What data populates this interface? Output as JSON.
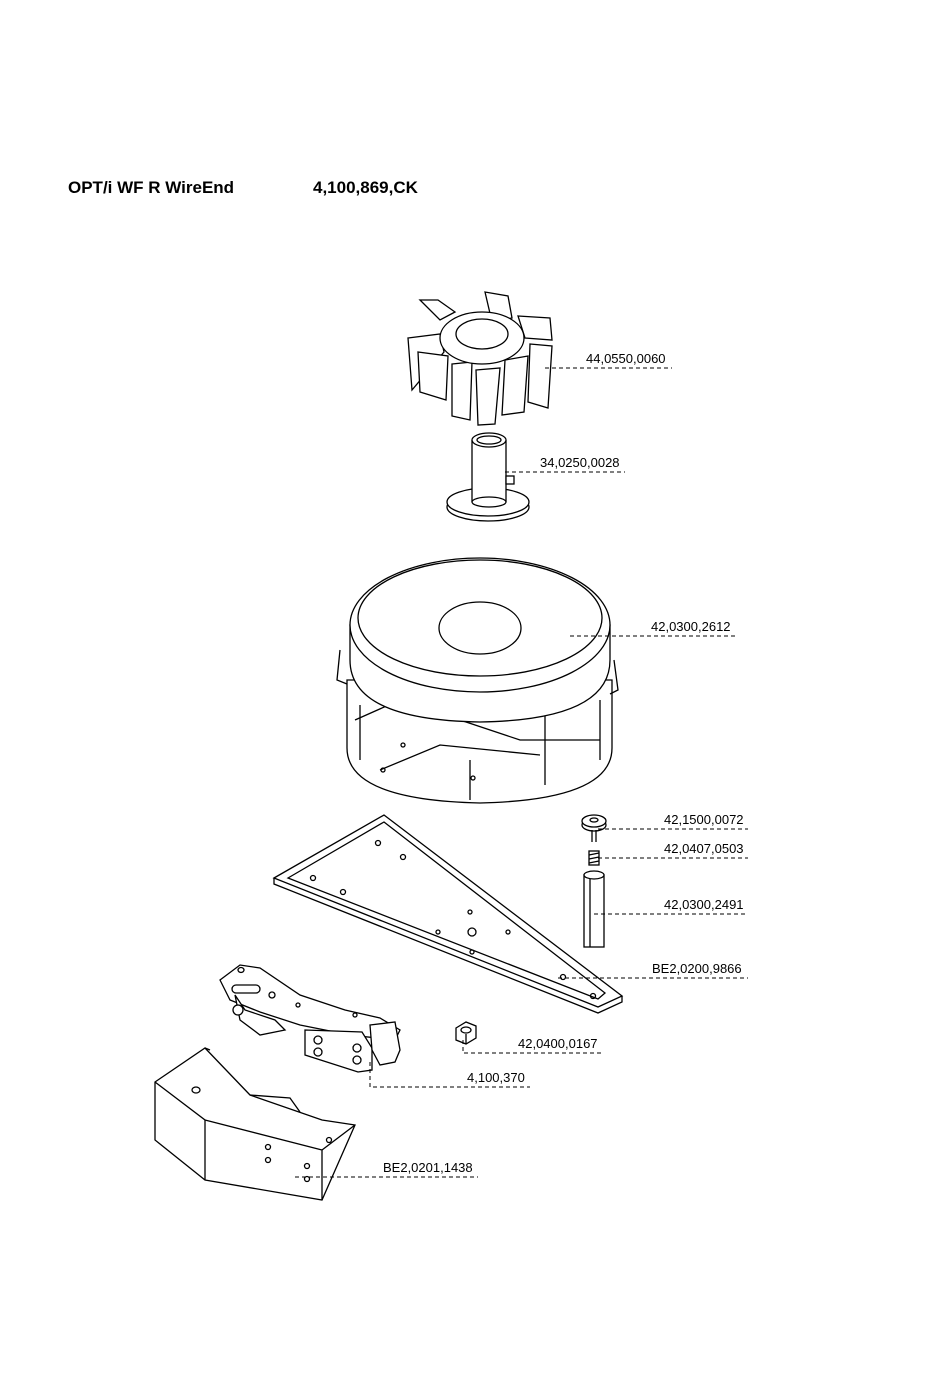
{
  "header": {
    "title": "OPT/i WF R WireEnd",
    "part_number": "4,100,869,CK"
  },
  "callouts": [
    {
      "id": "impeller",
      "label": "44,0550,0060"
    },
    {
      "id": "shaft",
      "label": "34,0250,0028"
    },
    {
      "id": "drum",
      "label": "42,0300,2612"
    },
    {
      "id": "knob",
      "label": "42,1500,0072"
    },
    {
      "id": "spring",
      "label": "42,0407,0503"
    },
    {
      "id": "spacer",
      "label": "42,0300,2491"
    },
    {
      "id": "plate",
      "label": "BE2,0200,9866"
    },
    {
      "id": "nut",
      "label": "42,0400,0167"
    },
    {
      "id": "lever",
      "label": "4,100,370"
    },
    {
      "id": "bracket",
      "label": "BE2,0201,1438"
    }
  ]
}
